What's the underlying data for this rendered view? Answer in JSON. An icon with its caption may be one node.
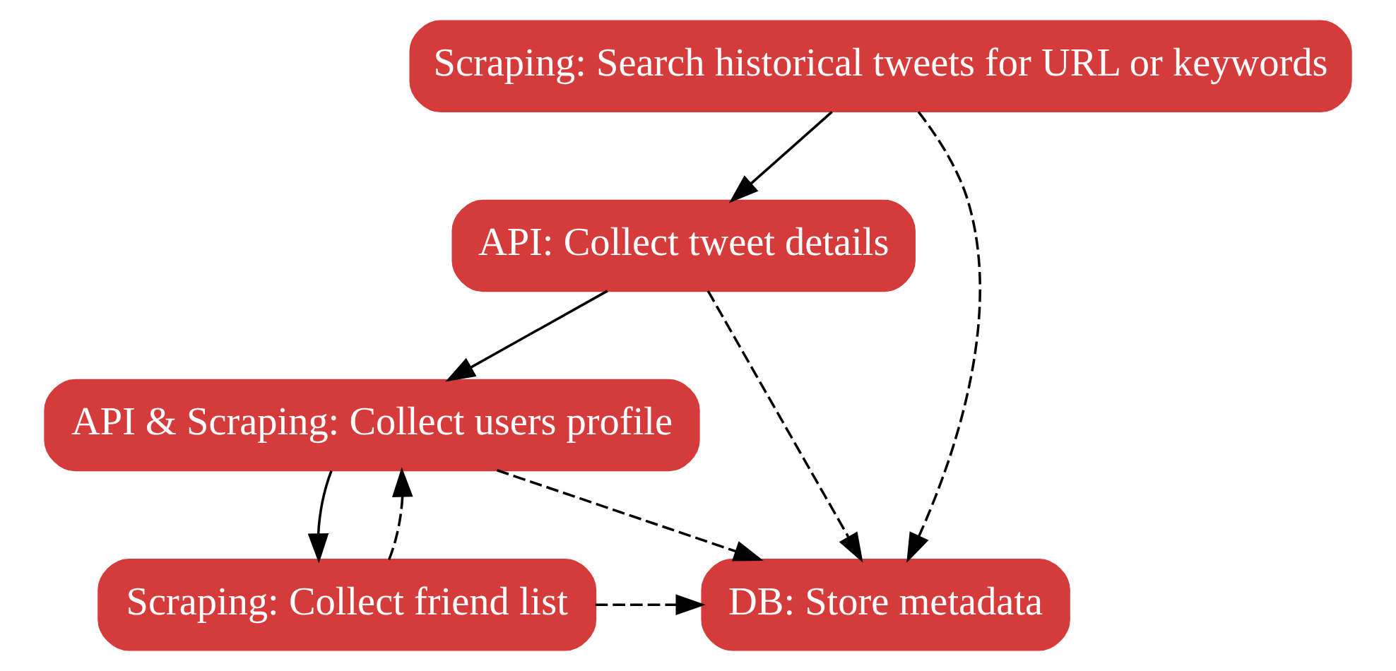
{
  "diagram": {
    "nodes": [
      {
        "text": [
          "Scraping: Search historical tweets for URL or keywords"
        ]
      },
      {
        "text": [
          "API: Collect tweet details"
        ]
      },
      {
        "text": [
          "API & Scraping: Collect users profile"
        ]
      },
      {
        "text": [
          "Scraping: Collect friend list"
        ]
      },
      {
        "text": [
          "DB: Store metadata"
        ]
      }
    ],
    "edges": [
      {
        "from": 0,
        "to": 1,
        "arrow": "to"
      },
      {
        "from": 1,
        "to": 2,
        "arrow": "to"
      },
      {
        "from": 2,
        "to": 3,
        "arrow": "to"
      },
      {
        "from": 0,
        "to": 4,
        "arrow": "to",
        "style": "dashed"
      },
      {
        "from": 1,
        "to": 4,
        "arrow": "to",
        "style": "dashed"
      },
      {
        "from": 2,
        "to": 4,
        "arrow": "to",
        "style": "dashed"
      },
      {
        "from": 3,
        "to": 4,
        "arrow": "to",
        "style": "dashed"
      },
      {
        "from": 3,
        "to": 2,
        "arrow": "to",
        "style": "dashed"
      }
    ]
  }
}
